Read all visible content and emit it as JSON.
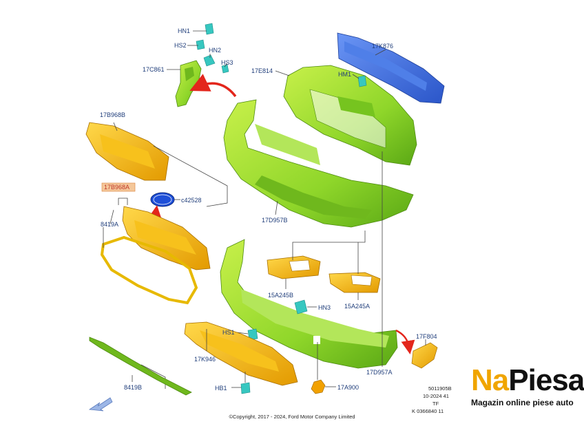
{
  "labels": {
    "hn1": "HN1",
    "hs2": "HS2",
    "hn2": "HN2",
    "hs3": "HS3",
    "c861": "17C861",
    "e814": "17E814",
    "hm1": "HM1",
    "k876": "17K876",
    "b968b": "17B968B",
    "b968a": "17B968A",
    "c42528": "c42528",
    "a8419": "8419A",
    "d957b": "17D957B",
    "a245b": "15A245B",
    "a245a": "15A245A",
    "hn3": "HN3",
    "hs1": "HS1",
    "k946": "17K946",
    "b8419": "8419B",
    "hb1": "HB1",
    "a900": "17A900",
    "d957a": "17D957A",
    "f804": "17F804"
  },
  "meta": {
    "line1": "5011905B",
    "line2": "10-2024 41",
    "line3": "TF",
    "line4": "K 0366840 11"
  },
  "copyright": "©Copyright, 2017 - 2024, Ford Motor Company Limited",
  "brand": {
    "na": "Na",
    "piesa": "Piesa",
    "tagline": "Magazin online piese auto"
  },
  "colors": {
    "green": "#9bdc2c",
    "blue": "#3b6fe0",
    "orange": "#f2b400",
    "red": "#e3261c",
    "teal": "#36c7c0"
  }
}
